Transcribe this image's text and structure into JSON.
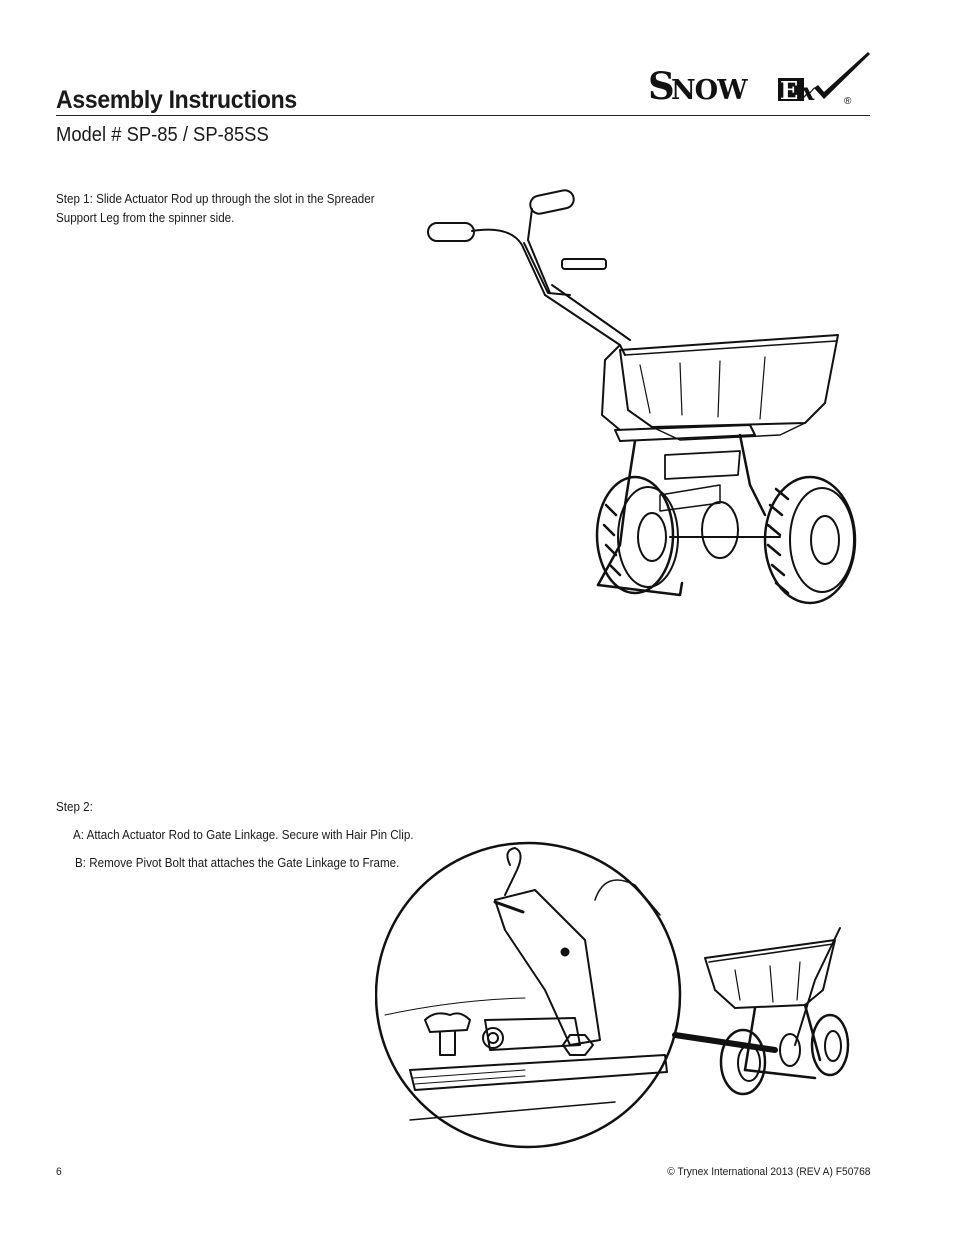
{
  "header": {
    "title": "Assembly Instructions",
    "model": "Model # SP-85 / SP-85SS",
    "logo": {
      "brand": "SnowEx",
      "registered_mark": "®"
    }
  },
  "step1": {
    "text": "Step 1: Slide Actuator Rod up through the slot in the Spreader Support Leg from the spinner side."
  },
  "step2": {
    "heading": "Step 2:",
    "a": "A: Attach Actuator Rod to Gate Linkage. Secure with Hair Pin Clip.",
    "b": "B: Remove Pivot Bolt that attaches the Gate Linkage to Frame."
  },
  "footer": {
    "page_number": "6",
    "copyright": "© Trynex International 2013  (REV A) F50768"
  },
  "colors": {
    "ink": "#111111",
    "paper": "#ffffff"
  }
}
